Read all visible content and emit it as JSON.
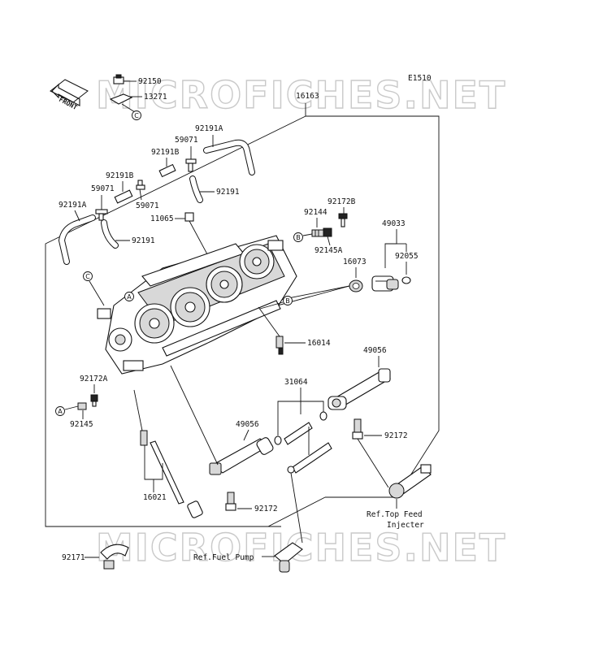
{
  "diagram_code": "E1510",
  "watermark": "MICROFICHES.NET",
  "front_label": "FRONT",
  "parts": {
    "p92150": "92150",
    "p13271": "13271",
    "p16163": "16163",
    "p92191A_top": "92191A",
    "p59071_a": "59071",
    "p92191B_a": "92191B",
    "p92191B_b": "92191B",
    "p59071_b": "59071",
    "p59071_c": "59071",
    "p92191_a": "92191",
    "p92191A_left": "92191A",
    "p11065": "11065",
    "p92191_b": "92191",
    "p92172B": "92172B",
    "p92144": "92144",
    "p49033": "49033",
    "p92145A": "92145A",
    "p16073": "16073",
    "p92055": "92055",
    "p16014": "16014",
    "p49056_a": "49056",
    "p31064": "31064",
    "p92172A": "92172A",
    "p92145": "92145",
    "p49056_b": "49056",
    "p92172_a": "92172",
    "p16021": "16021",
    "p92172_b": "92172",
    "p92171": "92171"
  },
  "references": {
    "top_feed_line1": "Ref.Top Feed",
    "top_feed_line2": "Injecter",
    "fuel_pump": "Ref.Fuel Pump"
  },
  "callouts": {
    "a": "A",
    "b": "B",
    "c": "C"
  }
}
